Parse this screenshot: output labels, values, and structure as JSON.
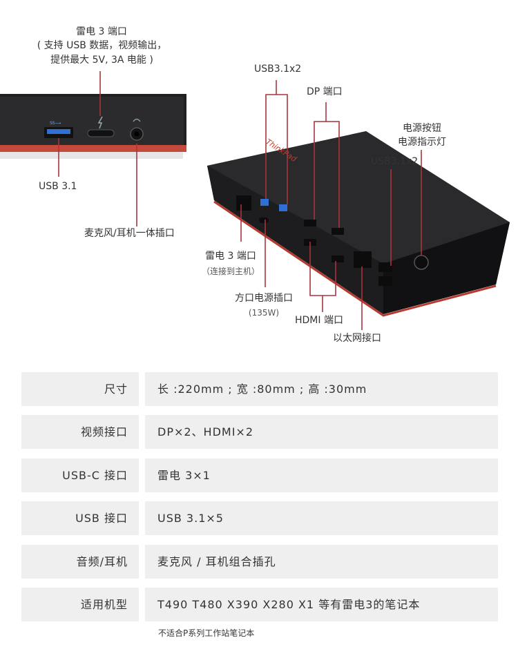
{
  "callouts": {
    "tb3_front_title": "雷电 3 端口",
    "tb3_front_desc1": "( 支持 USB 数据，视频输出，",
    "tb3_front_desc2": "提供最大 5V, 3A 电能 )",
    "usb31_front": "USB 3.1",
    "mic_combo": "麦克风/耳机一体插口",
    "usb31x2_rear": "USB3.1x2",
    "dp_port": "DP 端口",
    "power_button": "电源按钮",
    "power_indicator": "电源指示灯",
    "usb31x2_side": "USB3.1x2",
    "tb3_host_title": "雷电 3 端口",
    "tb3_host_desc": "（连接到主机）",
    "power_plug_title": "方口电源插口",
    "power_plug_desc": "(135W)",
    "hdmi_port": "HDMI 端口",
    "ethernet": "以太网接口",
    "brand": "ThinkPad"
  },
  "specs": [
    {
      "key": "尺寸",
      "value": "长 :220mm ; 宽 :80mm ; 高 :30mm"
    },
    {
      "key": "视频接口",
      "value": "DP×2、HDMI×2"
    },
    {
      "key": "USB-C 接口",
      "value": "雷电 3×1"
    },
    {
      "key": "USB 接口",
      "value": "USB 3.1×5"
    },
    {
      "key": "音频/耳机",
      "value": "麦克风 / 耳机组合插孔"
    },
    {
      "key": "适用机型",
      "value": "T490 T480 X390 X280 X1 等有雷电3的笔记本"
    }
  ],
  "note": "不适合P系列工作站笔记本",
  "colors": {
    "leader_line": "#a8343c",
    "dock_body": "#1c1c1e",
    "dock_accent": "#c0392b",
    "row_bg": "#efefef"
  }
}
